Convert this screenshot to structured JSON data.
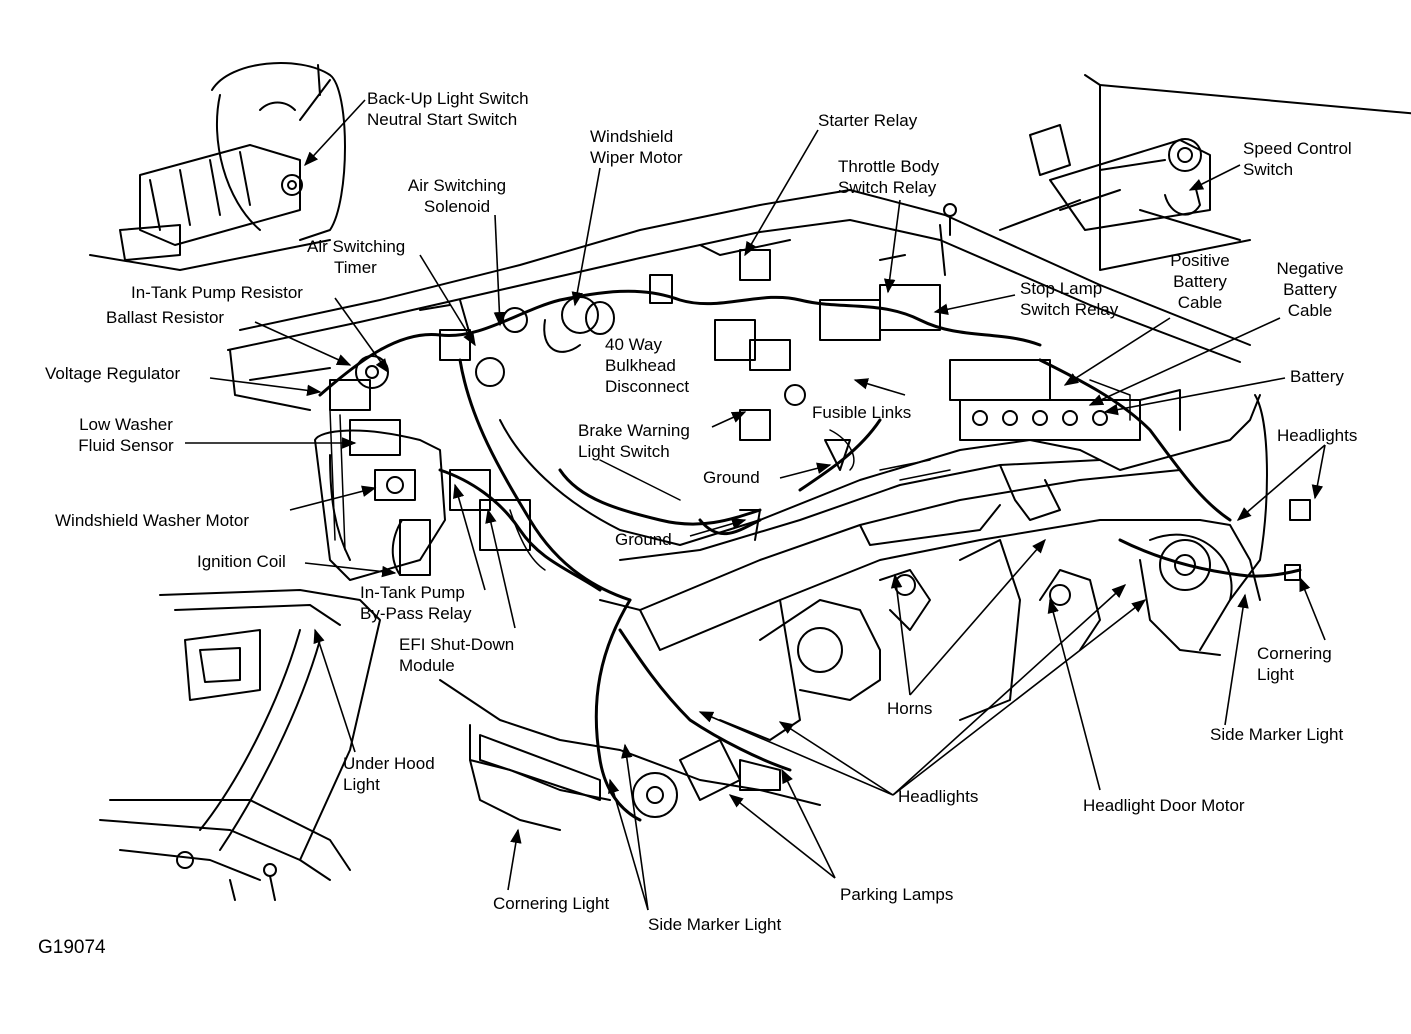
{
  "figure_id": "G19074",
  "labels": {
    "backup_light_switch": [
      "Back-Up Light Switch",
      "Neutral Start Switch"
    ],
    "windshield_wiper_motor": [
      "Windshield",
      "Wiper Motor"
    ],
    "starter_relay": [
      "Starter Relay"
    ],
    "throttle_body_switch_relay": [
      "Throttle Body",
      "Switch Relay"
    ],
    "speed_control_switch": [
      "Speed Control",
      "Switch"
    ],
    "air_switching_solenoid": [
      "Air Switching",
      "Solenoid"
    ],
    "air_switching_timer": [
      "Air Switching",
      "Timer"
    ],
    "in_tank_pump_resistor": [
      "In-Tank Pump Resistor"
    ],
    "ballast_resistor": [
      "Ballast Resistor"
    ],
    "stop_lamp_switch_relay": [
      "Stop Lamp",
      "Switch Relay"
    ],
    "positive_battery_cable": [
      "Positive",
      "Battery",
      "Cable"
    ],
    "negative_battery_cable": [
      "Negative",
      "Battery",
      "Cable"
    ],
    "bulkhead_disconnect": [
      "40 Way",
      "Bulkhead",
      "Disconnect"
    ],
    "voltage_regulator": [
      "Voltage Regulator"
    ],
    "battery": [
      "Battery"
    ],
    "fusible_links": [
      "Fusible Links"
    ],
    "low_washer_fluid_sensor": [
      "Low Washer",
      "Fluid Sensor"
    ],
    "brake_warning_light_switch": [
      "Brake Warning",
      "Light Switch"
    ],
    "headlights_right": [
      "Headlights"
    ],
    "ground_upper": [
      "Ground"
    ],
    "windshield_washer_motor": [
      "Windshield Washer Motor"
    ],
    "ground_lower": [
      "Ground"
    ],
    "ignition_coil": [
      "Ignition Coil"
    ],
    "in_tank_pump_bypass_relay": [
      "In-Tank Pump",
      "By-Pass Relay"
    ],
    "efi_shutdown_module": [
      "EFI Shut-Down",
      "Module"
    ],
    "cornering_light_right": [
      "Cornering",
      "Light"
    ],
    "horns": [
      "Horns"
    ],
    "side_marker_light_right": [
      "Side Marker Light"
    ],
    "under_hood_light": [
      "Under Hood",
      "Light"
    ],
    "headlights_front": [
      "Headlights"
    ],
    "headlight_door_motor": [
      "Headlight Door Motor"
    ],
    "parking_lamps": [
      "Parking Lamps"
    ],
    "cornering_light_front": [
      "Cornering Light"
    ],
    "side_marker_light_front": [
      "Side Marker Light"
    ]
  }
}
